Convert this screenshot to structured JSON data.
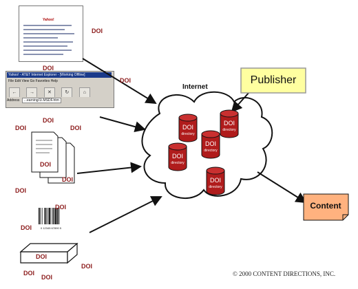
{
  "diagram": {
    "doi_label": "DOI",
    "internet_label": "Internet",
    "publisher_label": "Publisher",
    "content_label": "Content",
    "directory_label": "directory",
    "copyright": "© 2000 CONTENT DIRECTIONS, INC.",
    "browser": {
      "title": "Yahoo! - AT&T Internet Explorer - [Working Offline]",
      "menu": "File  Edit  View  Go  Favorites  Help",
      "address_label": "Address",
      "address_value": "...earning/1/.MSDF.htm",
      "webpage_brand": "Yahoo!"
    },
    "barcode_digits": "0 12345 67890 5",
    "colors": {
      "doi_text": "#8b1a1a",
      "cylinder": "#b01c1c",
      "publisher_fill": "#ffffa0",
      "content_fill": "#ffb27f"
    }
  }
}
